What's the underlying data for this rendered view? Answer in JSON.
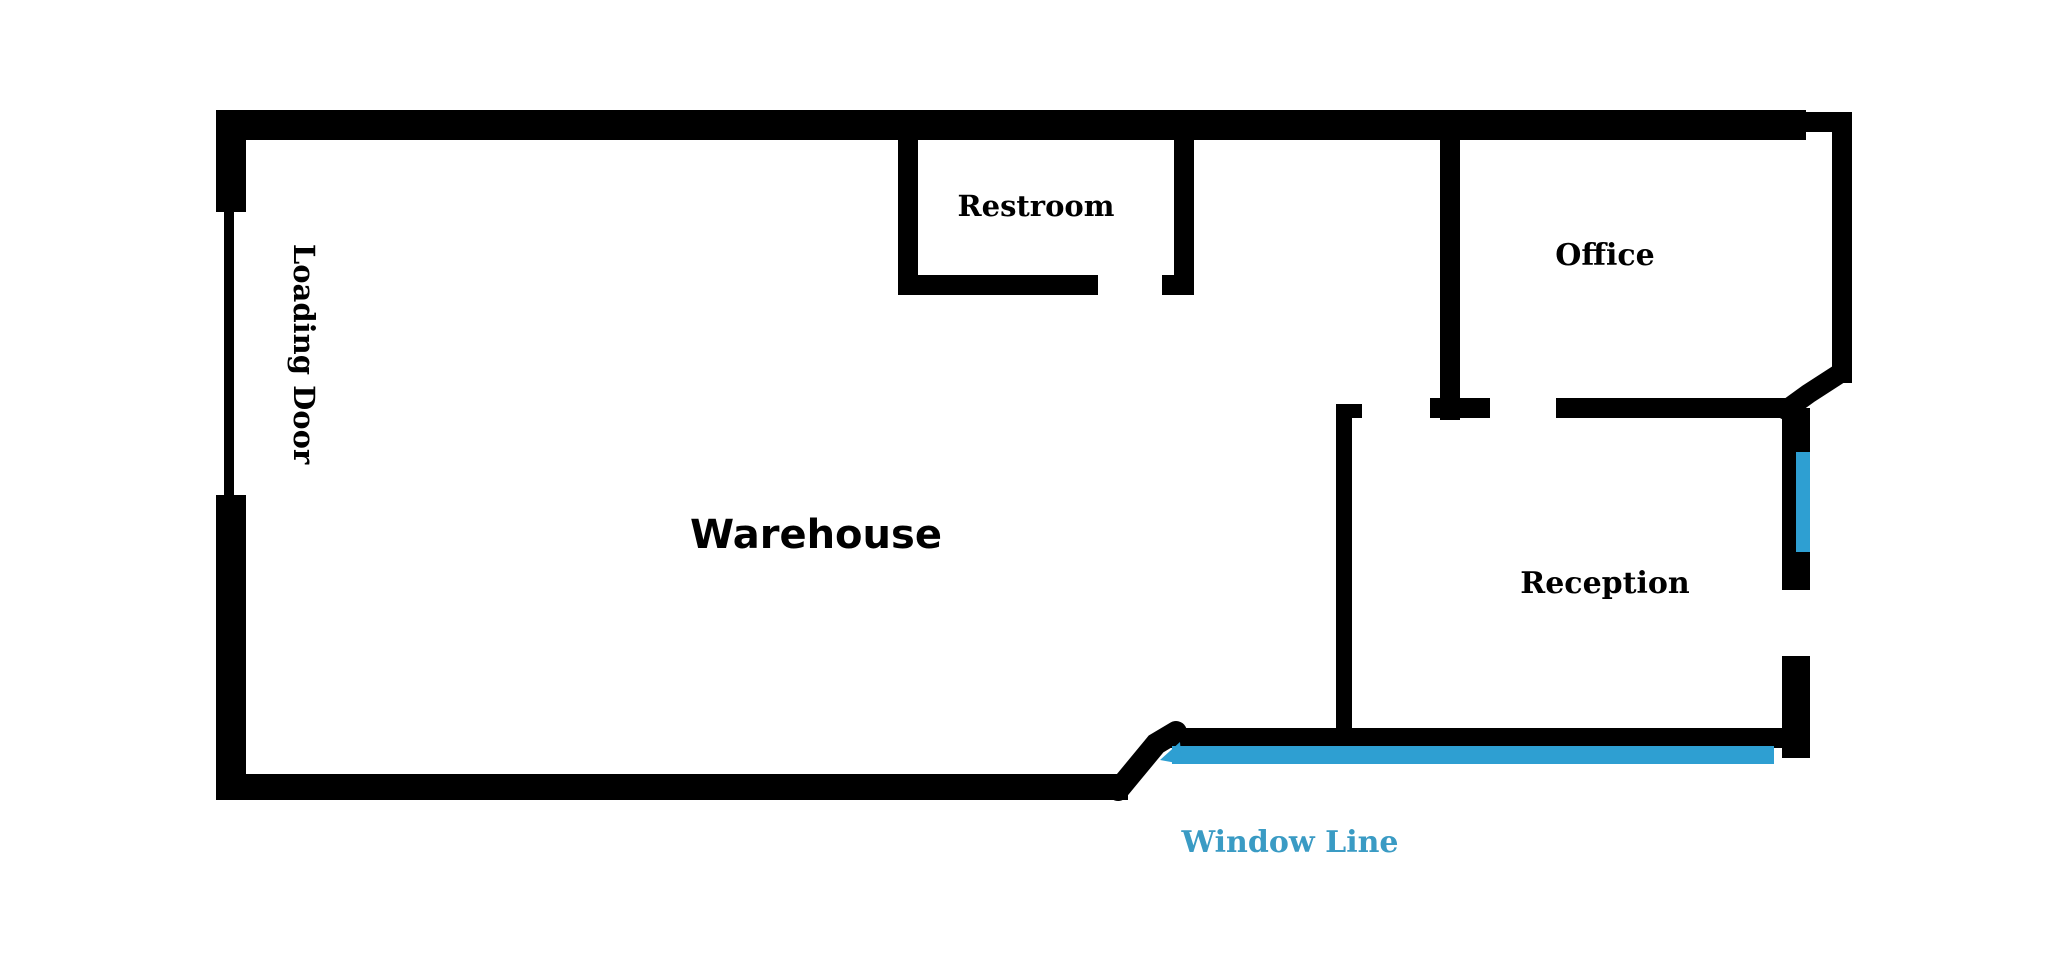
{
  "diagram": {
    "rooms": {
      "warehouse": "Warehouse",
      "restroom": "Restroom",
      "office": "Office",
      "reception": "Reception"
    },
    "openings": {
      "loading_door": "Loading Door",
      "window_line": "Window Line"
    },
    "colors": {
      "wall": "#000000",
      "window": "#2e9fd2",
      "window_label": "#3a9bc4",
      "background": "#ffffff"
    }
  }
}
